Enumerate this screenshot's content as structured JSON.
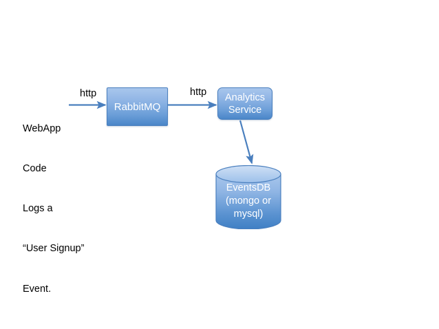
{
  "diagram": {
    "background_color": "#ffffff",
    "caption": {
      "lines": [
        "WebApp",
        "Code",
        "Logs a",
        "“User Signup”",
        "Event."
      ]
    },
    "nodes": {
      "rabbitmq": {
        "label": "RabbitMQ",
        "shape": "rectangle",
        "fill_top": "#a8c6ec",
        "fill_bottom": "#4a86c8",
        "border_color": "#4a7fbe",
        "text_color": "#ffffff"
      },
      "analytics": {
        "label": "Analytics\nService",
        "shape": "rounded-rectangle",
        "fill_top": "#a8c6ec",
        "fill_bottom": "#4a86c8",
        "border_color": "#4a7fbe",
        "text_color": "#ffffff"
      },
      "eventsdb": {
        "label": "EventsDB\n(mongo or\nmysql)",
        "shape": "cylinder",
        "fill_top": "#a8c6ec",
        "fill_bottom": "#3f7fc4",
        "border_color": "#4a7fbe",
        "text_color": "#ffffff"
      }
    },
    "edges": {
      "webapp_to_rabbitmq": {
        "label": "http",
        "color": "#4a7fbe",
        "direction": "right"
      },
      "rabbitmq_to_analytics": {
        "label": "http",
        "color": "#4a7fbe",
        "direction": "right"
      },
      "analytics_to_eventsdb": {
        "label": "",
        "color": "#4a7fbe",
        "direction": "down"
      }
    }
  }
}
